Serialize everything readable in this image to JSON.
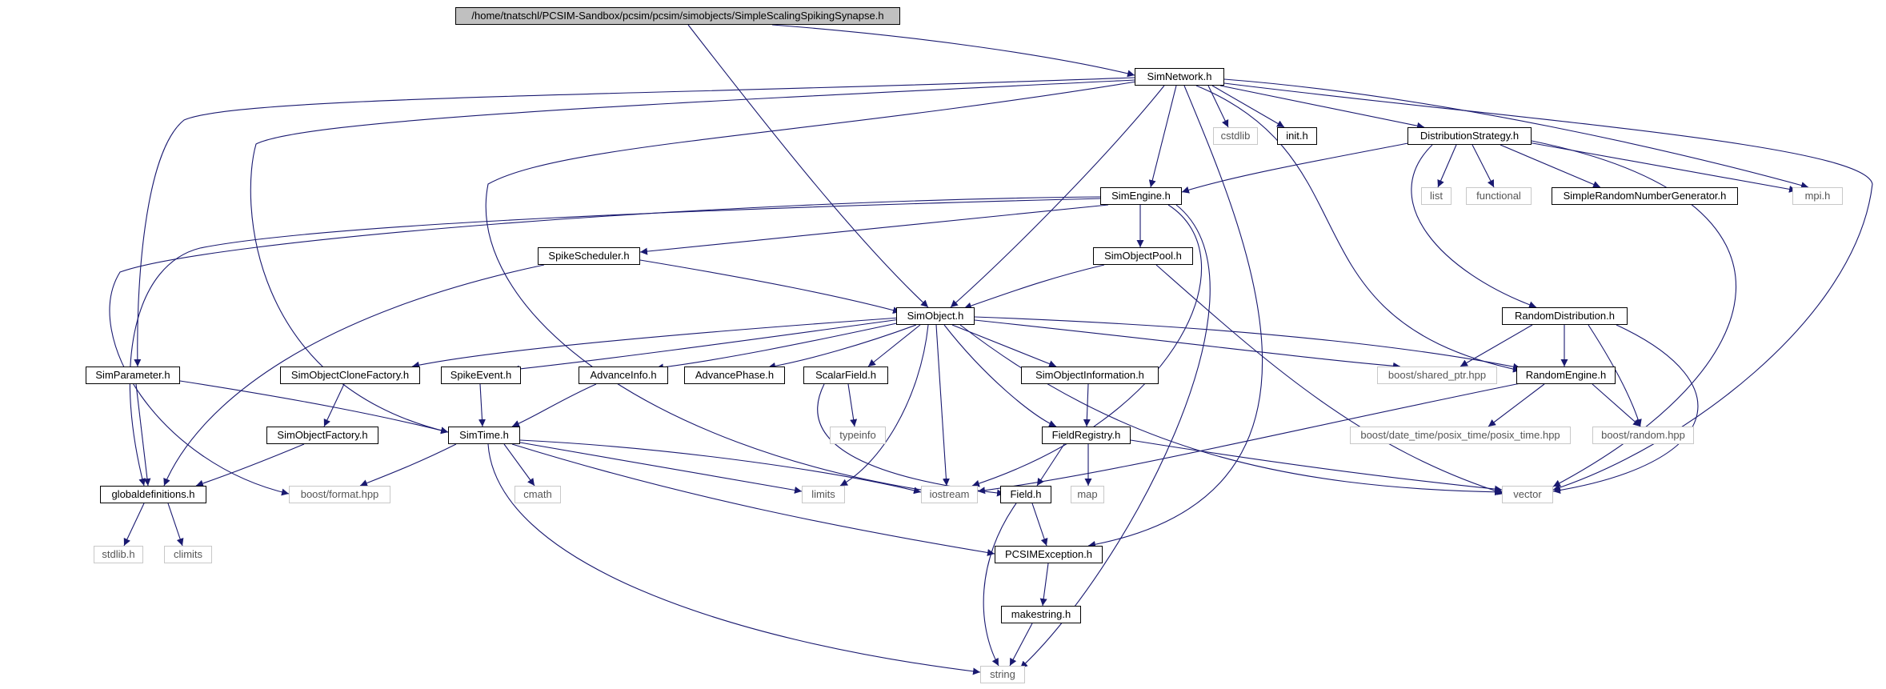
{
  "edge_color": "#191970",
  "root_fill": "#c0c0c0",
  "local_border": "#000000",
  "system_border": "#c8c8c8",
  "nodes": {
    "root": "/home/tnatschl/PCSIM-Sandbox/pcsim/pcsim/simobjects/SimpleScalingSpikingSynapse.h",
    "simnetwork": "SimNetwork.h",
    "cstdlib": "cstdlib",
    "init": "init.h",
    "diststrategy": "DistributionStrategy.h",
    "mpi": "mpi.h",
    "simengine": "SimEngine.h",
    "list": "list",
    "functional": "functional",
    "simplerng": "SimpleRandomNumberGenerator.h",
    "spikescheduler": "SpikeScheduler.h",
    "simobjectpool": "SimObjectPool.h",
    "simobject": "SimObject.h",
    "randomdist": "RandomDistribution.h",
    "simparameter": "SimParameter.h",
    "clonefactory": "SimObjectCloneFactory.h",
    "spikeevent": "SpikeEvent.h",
    "advanceinfo": "AdvanceInfo.h",
    "advancephase": "AdvancePhase.h",
    "scalarfield": "ScalarField.h",
    "siminfo": "SimObjectInformation.h",
    "sharedptr": "boost/shared_ptr.hpp",
    "randomengine": "RandomEngine.h",
    "objfactory": "SimObjectFactory.h",
    "simtime": "SimTime.h",
    "typeinfo": "typeinfo",
    "fieldregistry": "FieldRegistry.h",
    "posixtime": "boost/date_time/posix_time/posix_time.hpp",
    "boostrandom": "boost/random.hpp",
    "globaldefs": "globaldefinitions.h",
    "boostformat": "boost/format.hpp",
    "cmath": "cmath",
    "limits": "limits",
    "iostream": "iostream",
    "field": "Field.h",
    "map": "map",
    "vector": "vector",
    "stdlib": "stdlib.h",
    "climits": "climits",
    "pcsimexception": "PCSIMException.h",
    "makestring": "makestring.h",
    "string": "string"
  }
}
